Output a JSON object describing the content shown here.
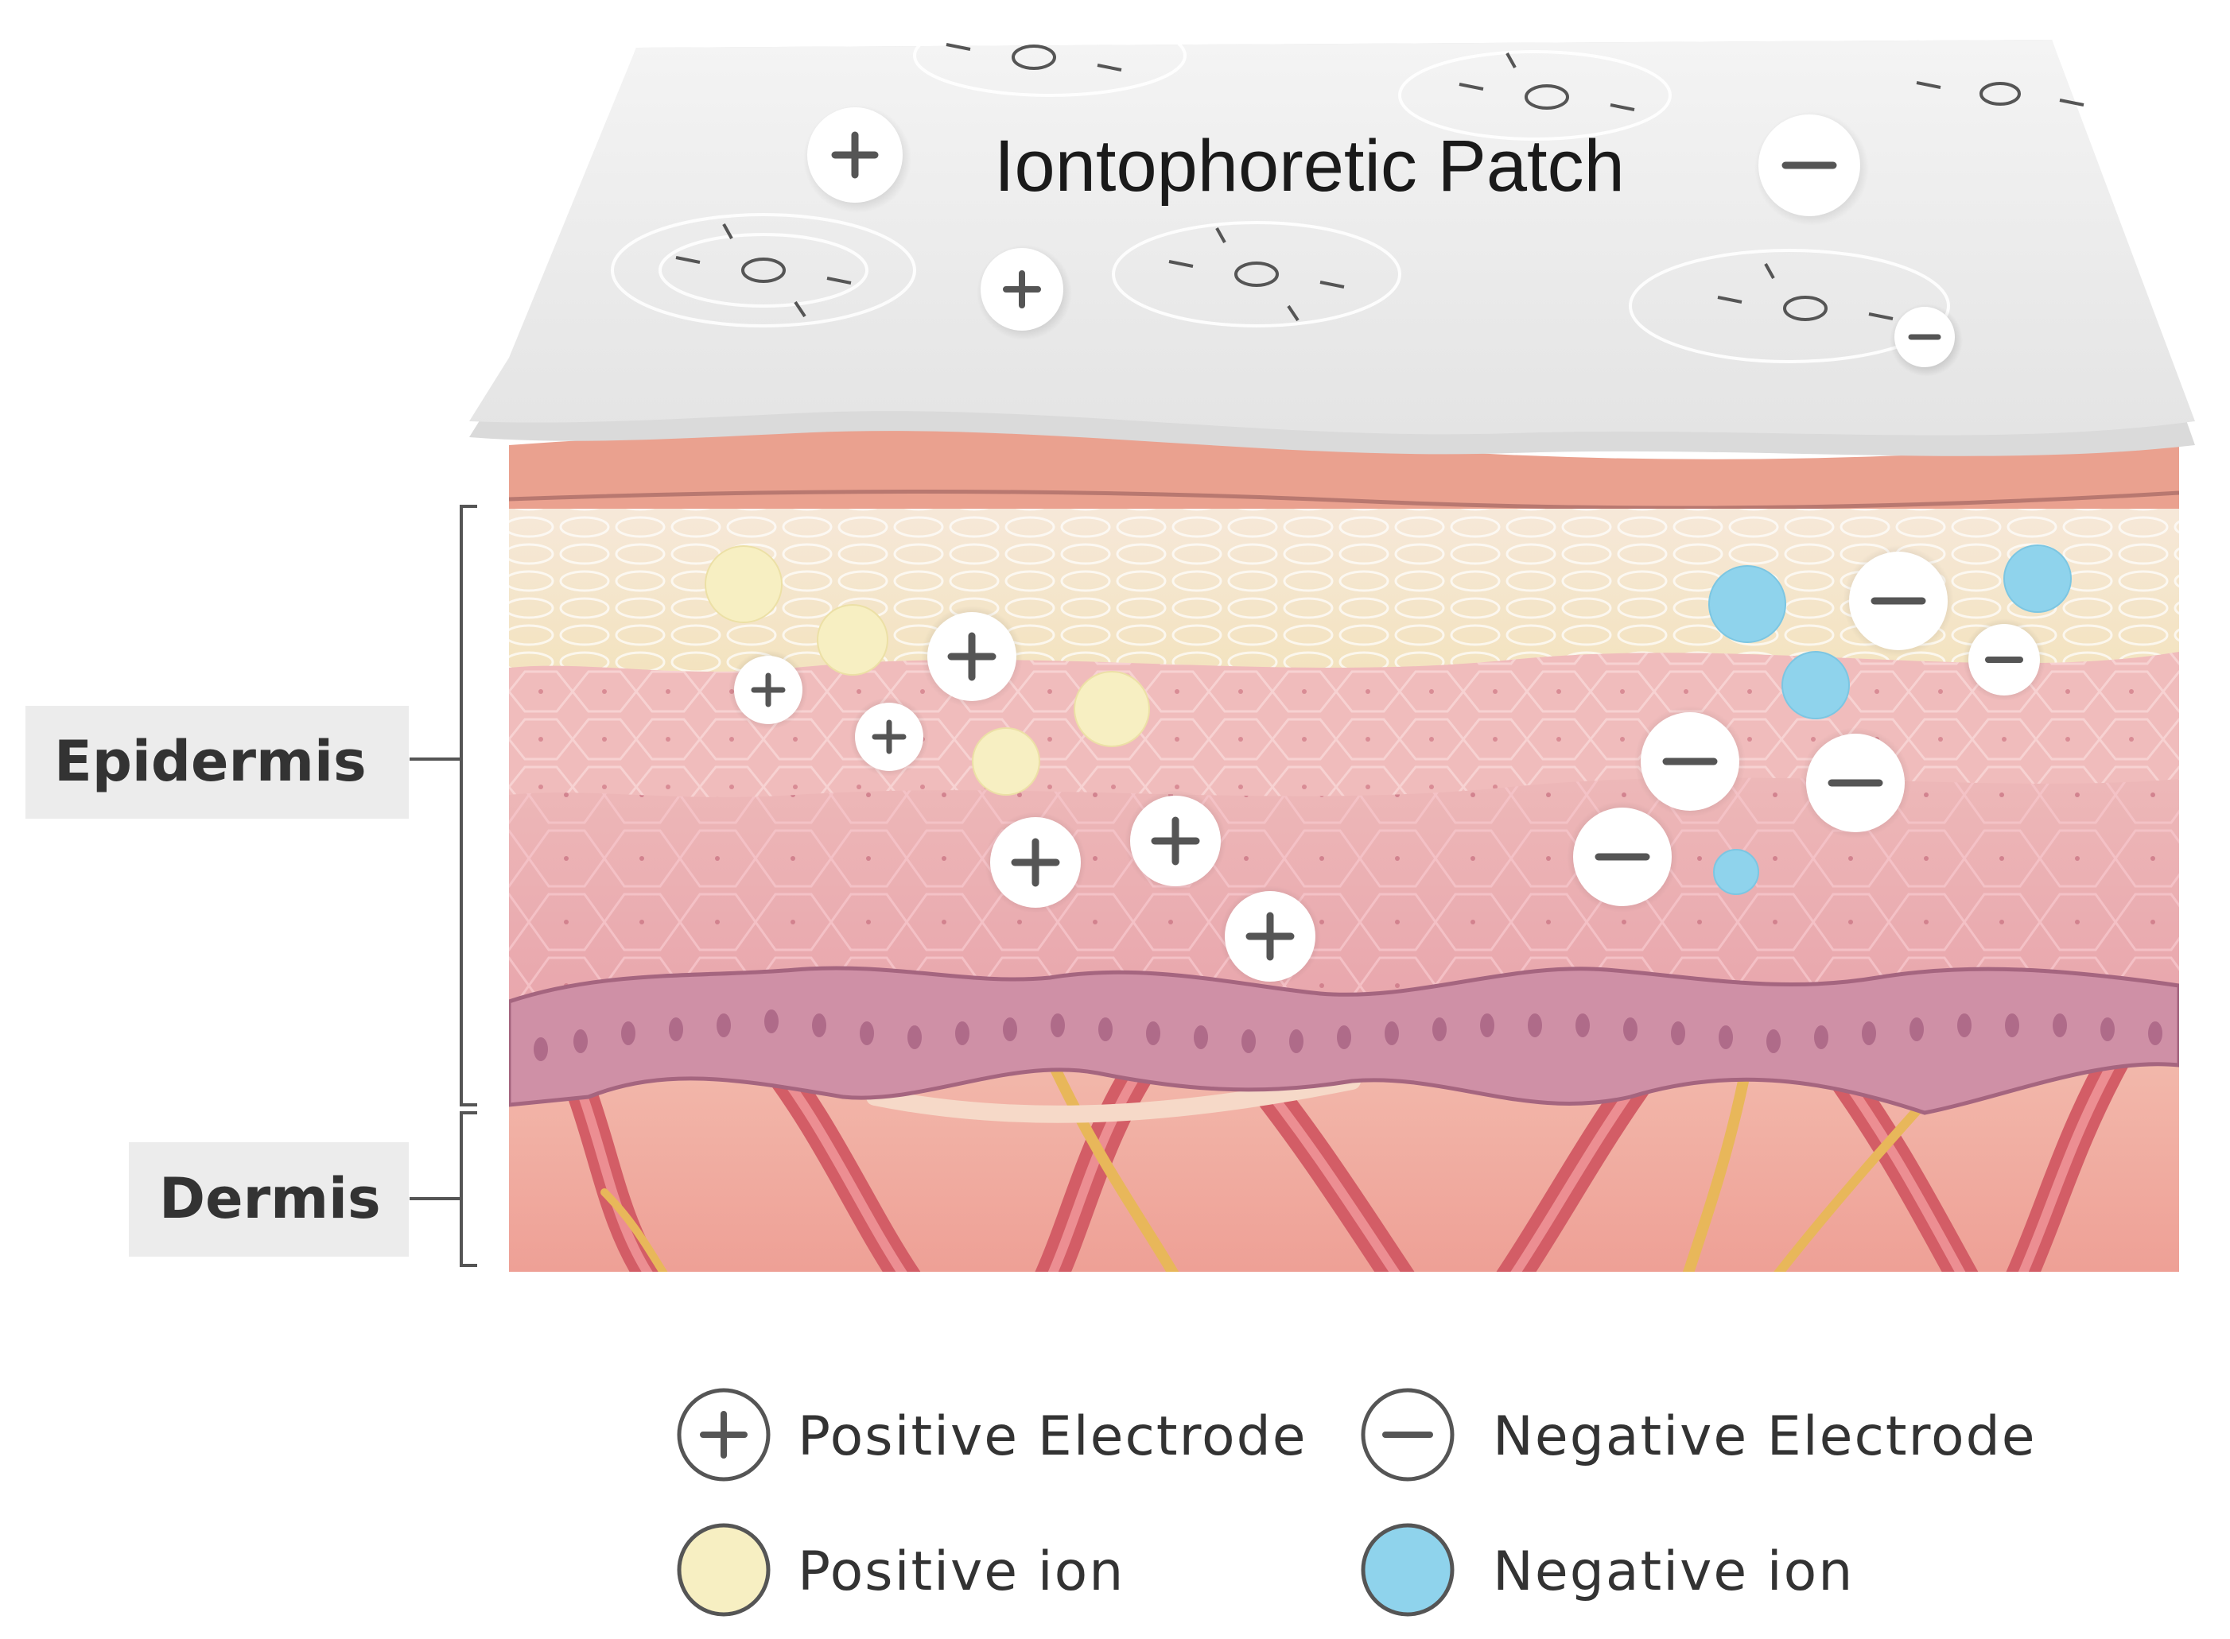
{
  "patch": {
    "title": "Iontophoretic Patch"
  },
  "layers": {
    "epidermis": "Epidermis",
    "dermis": "Dermis"
  },
  "legend": {
    "positive_electrode": "Positive Electrode",
    "negative_electrode": "Negative Electrode",
    "positive_ion": "Positive ion",
    "negative_ion": "Negative ion"
  },
  "colors": {
    "positive_ion": "#f7efc2",
    "negative_ion": "#8fd3ec",
    "electrode_fill": "#ffffff",
    "epidermis_upper": "#f4e3c4",
    "epidermis_lower": "#e9a8ae",
    "basal_layer": "#cf90a6",
    "dermis": "#f0b2a5",
    "muscle_fiber": "#d9666c",
    "nerve": "#e8b75a"
  }
}
